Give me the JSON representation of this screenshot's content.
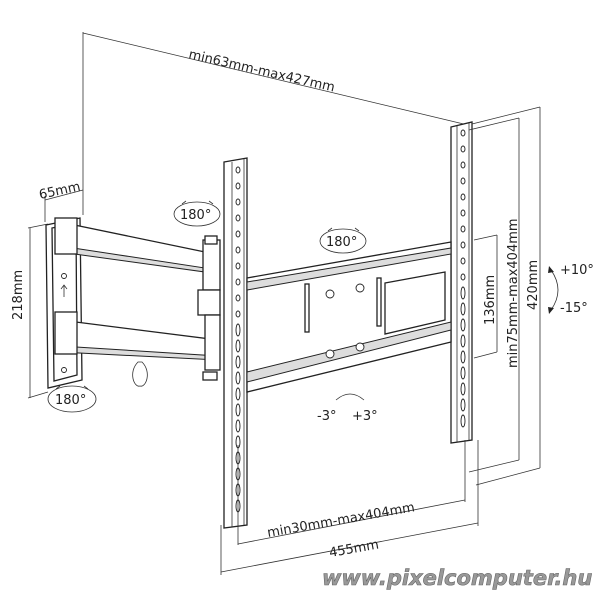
{
  "dimensions": {
    "arm_extension": "min63mm-max427mm",
    "wall_plate_depth": "65mm",
    "wall_plate_height": "218mm",
    "bracket_width_range": "min30mm-max404mm",
    "bracket_total_width": "455mm",
    "crossbar_height": "136mm",
    "vertical_range": "min75mm-max404mm",
    "bracket_height": "420mm"
  },
  "rotations": {
    "wall_swivel": "180°",
    "arm_swivel": "180°",
    "tv_swivel": "180°",
    "tilt_up": "+10°",
    "tilt_down": "-15°",
    "level_minus": "-3°",
    "level_plus": "+3°"
  },
  "watermark": "www.pixelcomputer.hu"
}
